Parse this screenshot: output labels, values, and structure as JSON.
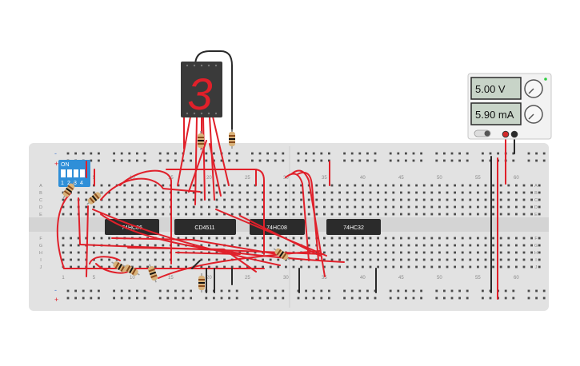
{
  "breadboard": {
    "column_numbers": [
      "1",
      "5",
      "10",
      "15",
      "20",
      "25",
      "30",
      "35",
      "40",
      "45",
      "50",
      "55",
      "60"
    ],
    "row_letters_top": [
      "A",
      "B",
      "C",
      "D",
      "E"
    ],
    "row_letters_bottom": [
      "F",
      "G",
      "H",
      "I",
      "J"
    ],
    "rail_signs": [
      "-",
      "+"
    ]
  },
  "dip_switch": {
    "label": "ON",
    "switches": [
      "1",
      "2",
      "3",
      "4"
    ]
  },
  "chips": [
    {
      "label": "74HC86"
    },
    {
      "label": "CD4511"
    },
    {
      "label": "74HC08"
    },
    {
      "label": "74HC32"
    }
  ],
  "seven_segment": {
    "digit": "3",
    "color": "#e0202a"
  },
  "power_supply": {
    "voltage": "5.00 V",
    "current": "5.90 mA",
    "led_color": "#2ecc40"
  },
  "colors": {
    "wire_red": "#e0202a",
    "wire_black": "#2a2a2a",
    "board": "#e2e2e2",
    "chip": "#2b2b2b",
    "dip": "#2f8fd8"
  }
}
